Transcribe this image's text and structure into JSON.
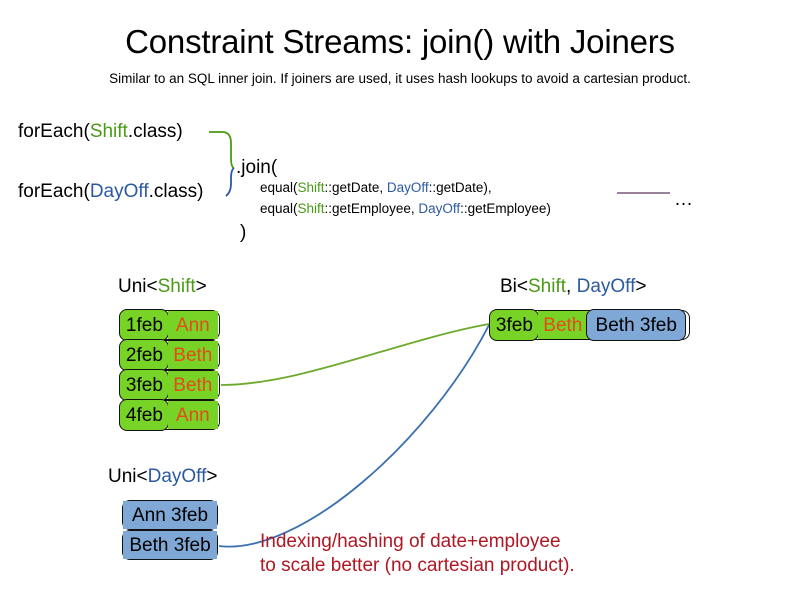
{
  "slide": {
    "title": "Constraint Streams: join() with Joiners",
    "subtitle": "Similar to an SQL inner join. If joiners are used, it uses hash lookups to avoid a cartesian product."
  },
  "code": {
    "foreach_shift": {
      "prefix": "forEach(",
      "type": "Shift",
      "suffix": ".class)"
    },
    "foreach_dayoff": {
      "prefix": "forEach(",
      "type": "DayOff",
      "suffix": ".class)"
    },
    "join_open": ".join(",
    "join_close": ")",
    "joiners": [
      {
        "prefix": "equal(",
        "left_type": "Shift",
        "left_method": "::getDate, ",
        "right_type": "DayOff",
        "right_method": "::getDate),",
        "suffix": ""
      },
      {
        "prefix": "equal(",
        "left_type": "Shift",
        "left_method": "::getEmployee, ",
        "right_type": "DayOff",
        "right_method": "::getEmployee)",
        "suffix": ""
      }
    ],
    "ellipsis": "…"
  },
  "labels": {
    "uni_shift": {
      "prefix": "Uni<",
      "type": "Shift",
      "suffix": ">"
    },
    "uni_dayoff": {
      "prefix": "Uni<",
      "type": "DayOff",
      "suffix": ">"
    },
    "bi": {
      "prefix": "Bi<",
      "type_a": "Shift",
      "separator": ", ",
      "type_b": "DayOff",
      "suffix": ">"
    }
  },
  "uni_shift_rows": [
    {
      "date": "1feb",
      "employee": "Ann"
    },
    {
      "date": "2feb",
      "employee": "Beth"
    },
    {
      "date": "3feb",
      "employee": "Beth"
    },
    {
      "date": "4feb",
      "employee": "Ann"
    }
  ],
  "uni_dayoff_rows": [
    {
      "value": "Ann 3feb"
    },
    {
      "value": "Beth 3feb"
    }
  ],
  "bi_rows": [
    {
      "date": "3feb",
      "employee": "Beth",
      "dayoff": "Beth 3feb"
    }
  ],
  "annotation": {
    "line1": "Indexing/hashing of date+employee",
    "line2": "to scale better (no cartesian product)."
  },
  "colors": {
    "shift_green": "#4A9A16",
    "dayoff_blue": "#2C5AA0",
    "box_green": "#77D426",
    "box_blue": "#7FA8D6",
    "employee_orange": "#E8491C",
    "annotation_red": "#AE1723",
    "ellipsis_line": "#8C6E8C"
  }
}
